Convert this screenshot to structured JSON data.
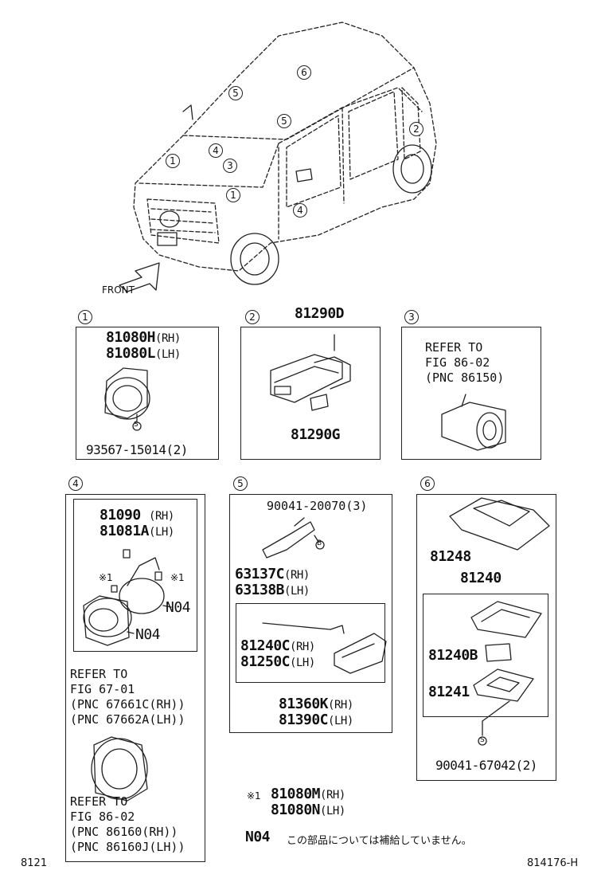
{
  "overview": {
    "front_label": "FRONT",
    "markers": [
      "1",
      "1",
      "2",
      "3",
      "4",
      "4",
      "5",
      "5",
      "6"
    ]
  },
  "sections": {
    "s1": {
      "num": "1",
      "part_a": "81080H",
      "part_a_side": "(RH)",
      "part_b": "81080L",
      "part_b_side": "(LH)",
      "screw_mark": "S",
      "screw": "93567-15014(2)"
    },
    "s2": {
      "num": "2",
      "title": "81290D",
      "sub": "81290G"
    },
    "s3": {
      "num": "3",
      "refer": "REFER TO\nFIG 86-02\n(PNC 86150)"
    },
    "s4": {
      "num": "4",
      "part_a": "81090",
      "part_a_side": "(RH)",
      "part_b": "81081A",
      "part_b_side": "(LH)",
      "note_mark": "※1",
      "n04": "N04",
      "refer1": "REFER TO\nFIG 67-01\n(PNC 67661C(RH))\n(PNC 67662A(LH))",
      "refer2": "REFER TO\nFIG 86-02\n(PNC 86160(RH))\n(PNC 86160J(LH))"
    },
    "s5": {
      "num": "5",
      "bolt": "90041-20070(3)",
      "bolt_mark": "B",
      "part_a": "63137C",
      "part_a_side": "(RH)",
      "part_b": "63138B",
      "part_b_side": "(LH)",
      "lamp_a": "81240C",
      "lamp_a_side": "(RH)",
      "lamp_b": "81250C",
      "lamp_b_side": "(LH)",
      "lens_a": "81360K",
      "lens_a_side": "(RH)",
      "lens_b": "81390C",
      "lens_b_side": "(LH)"
    },
    "s6": {
      "num": "6",
      "part_top": "81248",
      "assy": "81240",
      "bulb": "81240B",
      "lens": "81241",
      "screw_mark": "S",
      "screw": "90041-67042(2)"
    }
  },
  "legend": {
    "note_mark": "※1",
    "note_a": "81080M",
    "note_a_side": "(RH)",
    "note_b": "81080N",
    "note_b_side": "(LH)",
    "n04": "N04",
    "n04_text": "この部品については補給していません。"
  },
  "footer": {
    "left": "8121",
    "right": "814176-H"
  }
}
